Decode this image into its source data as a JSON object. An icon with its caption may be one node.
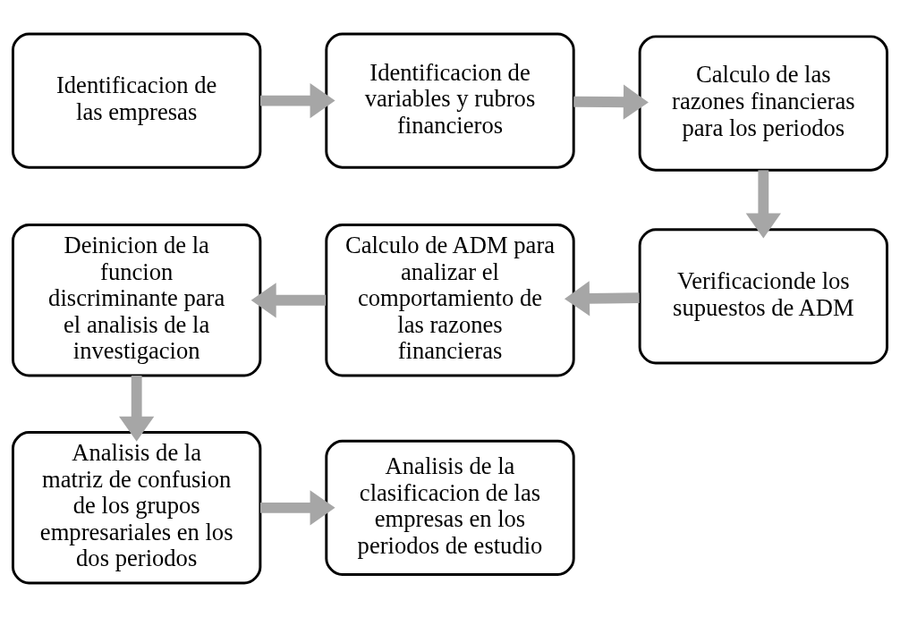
{
  "diagram": {
    "nodes": [
      {
        "text": [
          "Identificacion de las empresas"
        ]
      },
      {
        "text": [
          "Identificacion de variables y rubros financieros"
        ]
      },
      {
        "text": [
          "Calculo de las razones financieras para los periodos"
        ]
      },
      {
        "text": [
          "Verificacionde los supuestos de ADM"
        ]
      },
      {
        "text": [
          "Calculo de ADM para analizar el comportamiento de las razones financieras"
        ]
      },
      {
        "text": [
          "Deinicion de la funcion discriminante para el analisis de la investigacion"
        ]
      },
      {
        "text": [
          "Analisis de la matriz de confusion de los grupos empresariales en los dos periodos"
        ]
      },
      {
        "text": [
          "Analisis de la clasificacion de las empresas en los periodos de estudio"
        ]
      }
    ],
    "edges": [
      {
        "from": 0,
        "to": 1,
        "arrow": "to"
      },
      {
        "from": 1,
        "to": 2,
        "arrow": "to"
      },
      {
        "from": 2,
        "to": 3,
        "arrow": "to"
      },
      {
        "from": 3,
        "to": 4,
        "arrow": "to"
      },
      {
        "from": 4,
        "to": 5,
        "arrow": "to"
      },
      {
        "from": 5,
        "to": 6,
        "arrow": "to"
      },
      {
        "from": 6,
        "to": 7,
        "arrow": "to"
      }
    ]
  }
}
